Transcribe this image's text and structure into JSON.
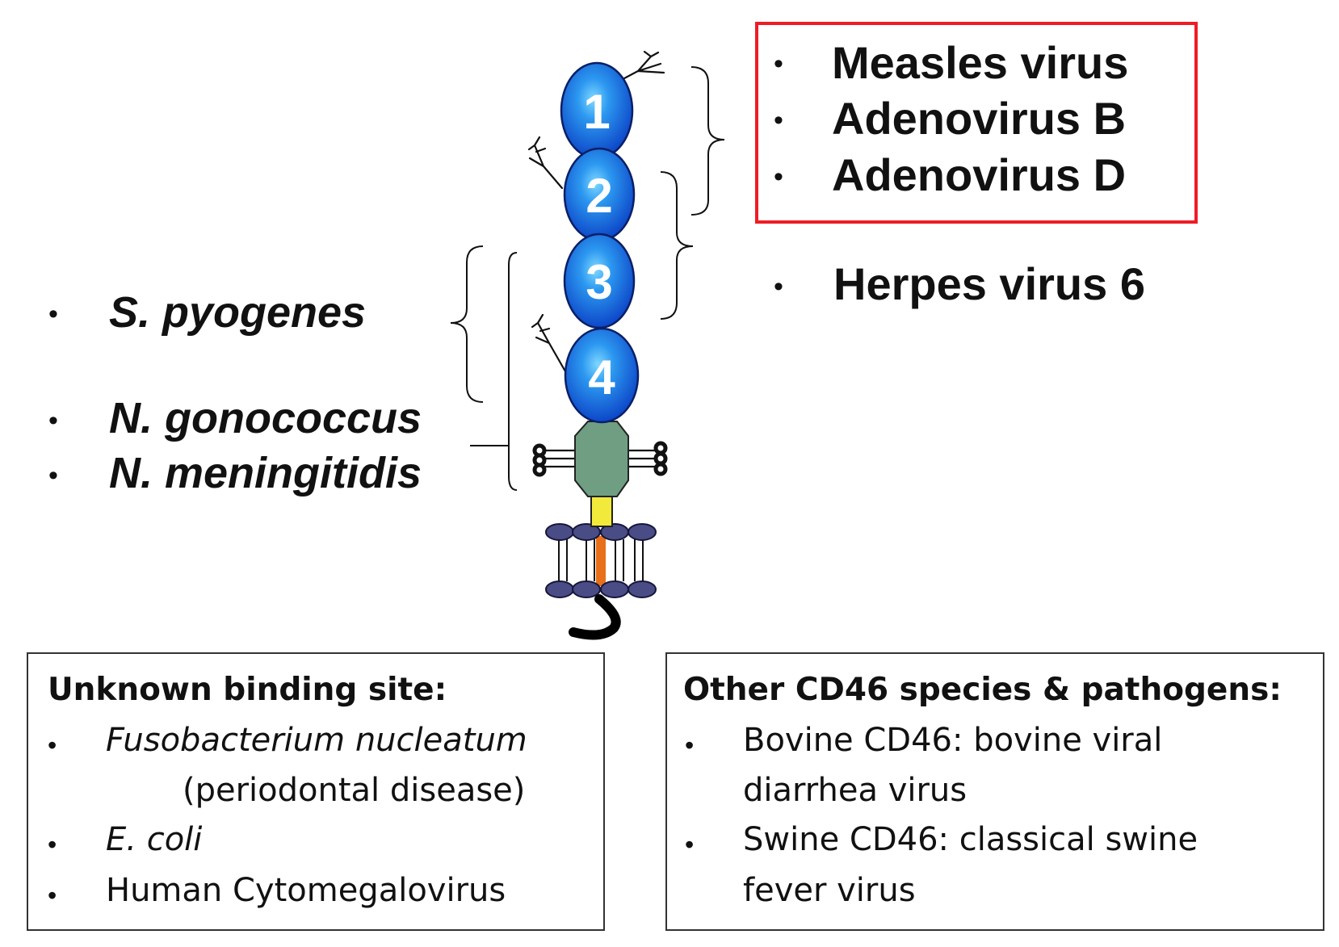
{
  "domains": [
    "1",
    "2",
    "3",
    "4"
  ],
  "viral_group": [
    "Measles virus",
    "Adenovirus B",
    "Adenovirus D"
  ],
  "herpes": "Herpes virus 6",
  "bacteria": [
    "S. pyogenes",
    "N. gonococcus",
    "N. meningitidis"
  ],
  "bullet": "•",
  "unknown_box": {
    "title": "Unknown binding site:",
    "items": [
      {
        "text": "Fusobacterium nucleatum",
        "sub": "(periodontal disease)"
      },
      {
        "text": "E. coli"
      },
      {
        "text": "Human Cytomegalovirus"
      }
    ]
  },
  "other_box": {
    "title": "Other CD46 species & pathogens:",
    "items": [
      {
        "line1": "Bovine CD46: bovine viral",
        "line2": "diarrhea virus"
      },
      {
        "line1": "Swine CD46: classical swine",
        "line2": "fever virus"
      }
    ]
  },
  "colors": {
    "domain_fill": "#1565e0",
    "domain_highlight": "#7fd8ff",
    "stp_region": "#6f9e82",
    "transmembrane": "#f2ea3a",
    "tm_core": "#e8701a",
    "lipid_head": "#4a4c86",
    "highlight_box": "#ee1c25"
  }
}
